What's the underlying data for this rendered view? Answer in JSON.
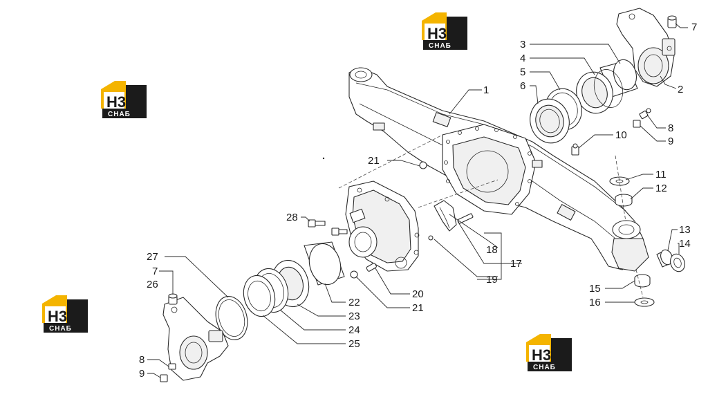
{
  "logo": {
    "top": "H3",
    "bottom": "СНАБ",
    "accent": "#f4b400",
    "dark": "#1b1b1b"
  },
  "callouts": [
    {
      "id": "1",
      "text": "1"
    },
    {
      "id": "2",
      "text": "2"
    },
    {
      "id": "3",
      "text": "3"
    },
    {
      "id": "4",
      "text": "4"
    },
    {
      "id": "5",
      "text": "5"
    },
    {
      "id": "6",
      "text": "6"
    },
    {
      "id": "7a",
      "text": "7"
    },
    {
      "id": "8a",
      "text": "8"
    },
    {
      "id": "9a",
      "text": "9"
    },
    {
      "id": "10",
      "text": "10"
    },
    {
      "id": "11",
      "text": "11"
    },
    {
      "id": "12",
      "text": "12"
    },
    {
      "id": "13",
      "text": "13"
    },
    {
      "id": "14",
      "text": "14"
    },
    {
      "id": "15",
      "text": "15"
    },
    {
      "id": "16",
      "text": "16"
    },
    {
      "id": "17",
      "text": "17"
    },
    {
      "id": "18",
      "text": "18"
    },
    {
      "id": "19",
      "text": "19"
    },
    {
      "id": "20",
      "text": "20"
    },
    {
      "id": "21a",
      "text": "21"
    },
    {
      "id": "21b",
      "text": "21"
    },
    {
      "id": "22",
      "text": "22"
    },
    {
      "id": "23",
      "text": "23"
    },
    {
      "id": "24",
      "text": "24"
    },
    {
      "id": "25",
      "text": "25"
    },
    {
      "id": "26",
      "text": "26"
    },
    {
      "id": "27",
      "text": "27"
    },
    {
      "id": "28",
      "text": "28"
    },
    {
      "id": "7b",
      "text": "7"
    },
    {
      "id": "8b",
      "text": "8"
    },
    {
      "id": "9b",
      "text": "9"
    }
  ]
}
